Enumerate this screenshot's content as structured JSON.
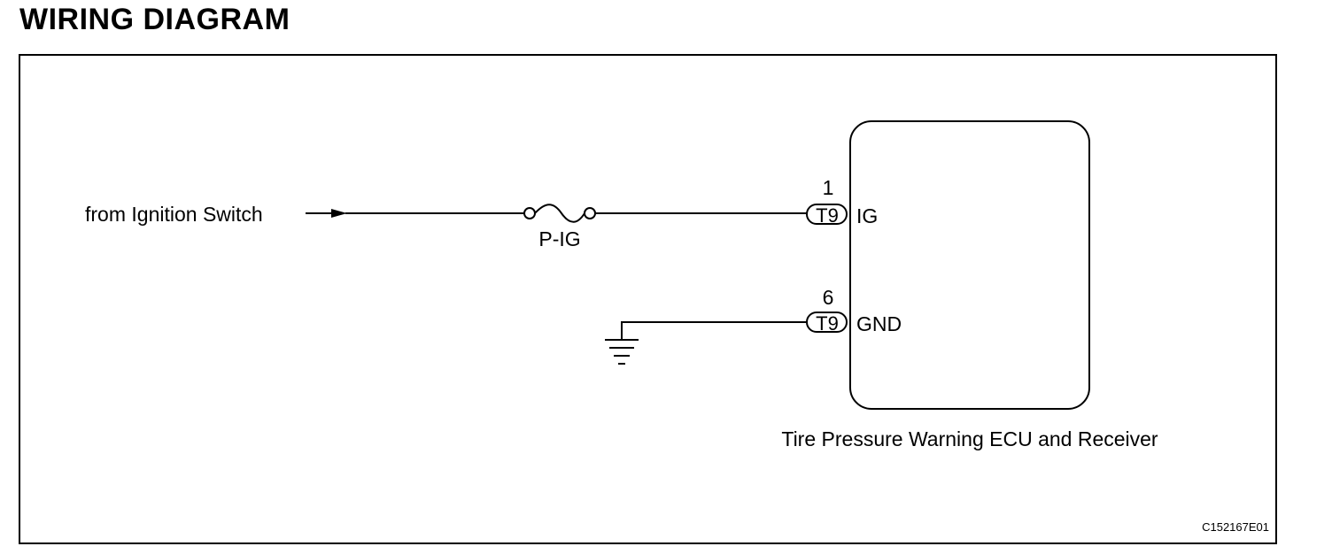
{
  "heading": "WIRING DIAGRAM",
  "source_label": "from Ignition Switch",
  "fuse_label": "P-IG",
  "ecu_name": "Tire Pressure Warning ECU and Receiver",
  "pins": [
    {
      "number": "1",
      "connector": "T9",
      "signal": "IG"
    },
    {
      "number": "6",
      "connector": "T9",
      "signal": "GND"
    }
  ],
  "figure_code": "C152167E01"
}
